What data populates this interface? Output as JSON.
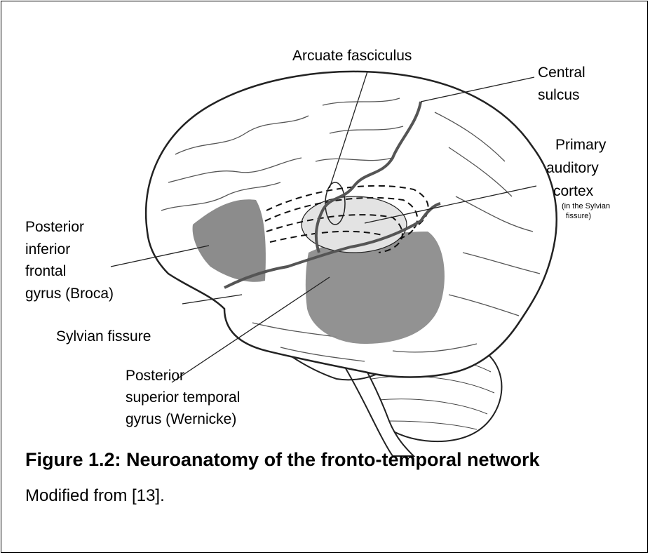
{
  "labels": {
    "arcuate_fasciculus": "Arcuate fasciculus",
    "central_sulcus_line1": "Central",
    "central_sulcus_line2": "sulcus",
    "primary_auditory_line1": "Primary",
    "primary_auditory_line2": "auditory",
    "primary_auditory_line3": "cortex",
    "primary_auditory_note_line1": "(in the Sylvian",
    "primary_auditory_note_line2": "fissure)",
    "broca_line1": "Posterior",
    "broca_line2": "inferior",
    "broca_line3": "frontal",
    "broca_line4": "gyrus (Broca)",
    "sylvian_fissure": "Sylvian fissure",
    "wernicke_line1": "Posterior",
    "wernicke_line2": "superior temporal",
    "wernicke_line3": "gyrus (Wernicke)"
  },
  "caption": {
    "title": "Figure 1.2: Neuroanatomy of the fronto-temporal network",
    "text": "Modified from [13]."
  },
  "colors": {
    "region_fill": "#8c8c8c",
    "auditory_fill": "#e3e3e3",
    "outline": "#222222",
    "sulcus_line": "#555555"
  }
}
